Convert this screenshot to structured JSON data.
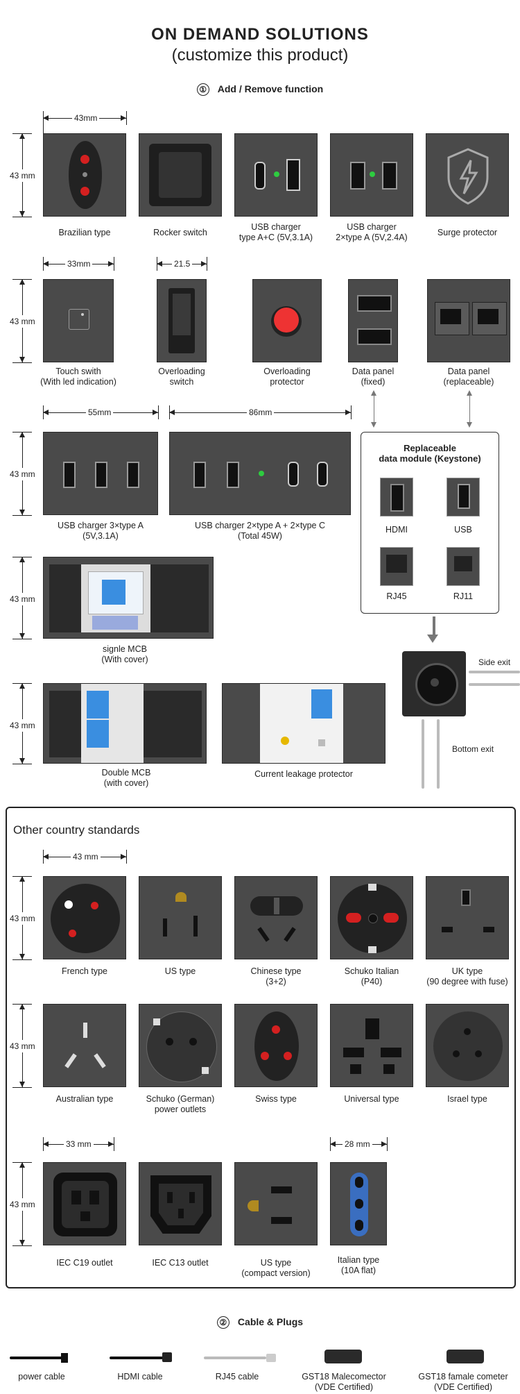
{
  "header": {
    "title": "ON DEMAND SOLUTIONS",
    "subtitle": "(customize this product)"
  },
  "section1": {
    "num": "①",
    "label": "Add / Remove function"
  },
  "section2": {
    "num": "②",
    "label": "Cable & Plugs"
  },
  "dims": {
    "w43": "43mm",
    "h43": "43 mm",
    "w33": "33mm",
    "w21": "21.5",
    "w55": "55mm",
    "w86": "86mm",
    "w43b": "43 mm",
    "w33b": "33 mm",
    "w28": "28 mm"
  },
  "row1": [
    "Brazilian type",
    "Rocker switch",
    "USB charger\ntype A+C (5V,3.1A)",
    "USB charger\n2×type A (5V,2.4A)",
    "Surge protector"
  ],
  "row2": [
    "Touch swith\n(With led indication)",
    "Overloading\nswitch",
    "Overloading\nprotector",
    "Data panel\n(fixed)",
    "Data panel\n(replaceable)"
  ],
  "row3": [
    "USB charger 3×type A\n(5V,3.1A)",
    "USB charger 2×type A + 2×type C\n(Total 45W)"
  ],
  "keystone": {
    "title": "Replaceable\ndata module (Keystone)",
    "items": [
      "HDMI",
      "USB",
      "RJ45",
      "RJ11"
    ]
  },
  "mcb": {
    "single": "signle MCB\n(With cover)",
    "double": "Double MCB\n(with cover)",
    "leakage": "Current leakage protector"
  },
  "exits": {
    "side": "Side exit",
    "bottom": "Bottom exit"
  },
  "other": {
    "title": "Other country standards",
    "row1": [
      "French type",
      "US type",
      "Chinese type\n(3+2)",
      "Schuko Italian\n(P40)",
      "UK type\n(90 degree with fuse)"
    ],
    "row2": [
      "Australian type",
      "Schuko (German)\npower outlets",
      "Swiss type",
      "Universal type",
      "Israel type"
    ],
    "row3": [
      "IEC C19 outlet",
      "IEC C13 outlet",
      "US type\n(compact version)",
      "Italian type\n(10A flat)"
    ]
  },
  "cables": [
    "power cable",
    "HDMI cable",
    "RJ45 cable",
    "GST18 Malecomector\n(VDE Certified)",
    "GST18 famale cometer\n(VDE Certified)"
  ],
  "colors": {
    "tile": "#4a4a4a",
    "red": "#d42020",
    "green": "#2ecc40",
    "blue": "#3a8ee0"
  }
}
